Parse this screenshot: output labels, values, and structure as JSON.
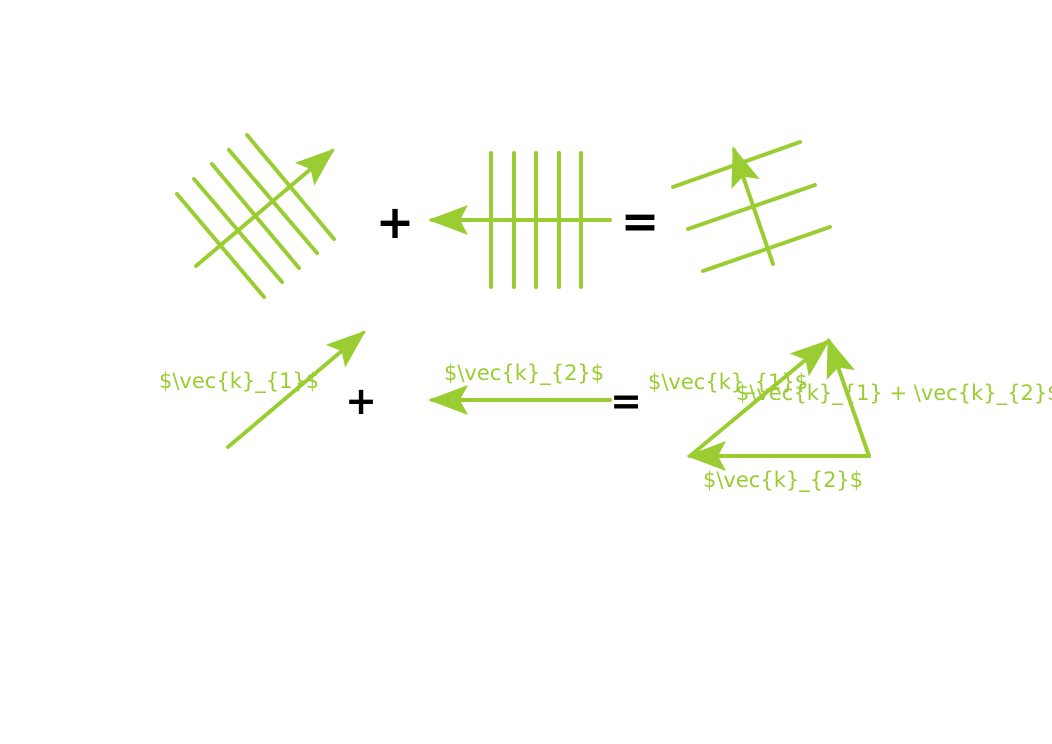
{
  "colors": {
    "accent": "#9ACD32",
    "operator": "#000000",
    "background": "#ffffff"
  },
  "top_row": {
    "plus": "+",
    "equals": "="
  },
  "bottom_row": {
    "plus": "+",
    "equals": "=",
    "label_k1": "$\\vec{k}_{1}$",
    "label_k2": "$\\vec{k}_{2}$",
    "triangle_label_k1": "$\\vec{k}_{1}$",
    "triangle_label_sum": "$\\vec{k}_{1} + \\vec{k}_{2}$",
    "triangle_label_k2": "$\\vec{k}_{2}$"
  }
}
